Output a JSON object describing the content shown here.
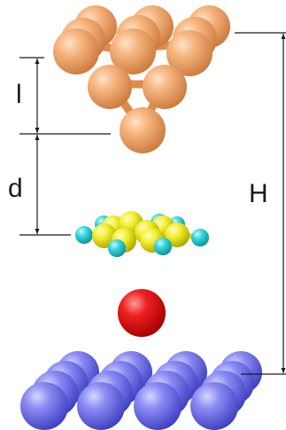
{
  "labels": {
    "l": "l",
    "d": "d",
    "H": "H"
  },
  "colors": {
    "tip_atom": "#f2a15e",
    "molecule_carbon": "#f2ee2c",
    "molecule_hydrogen": "#35d4de",
    "adatom": "#ee1a1a",
    "substrate_atom": "#7474f0",
    "dimension_line": "#1a1a1a"
  }
}
